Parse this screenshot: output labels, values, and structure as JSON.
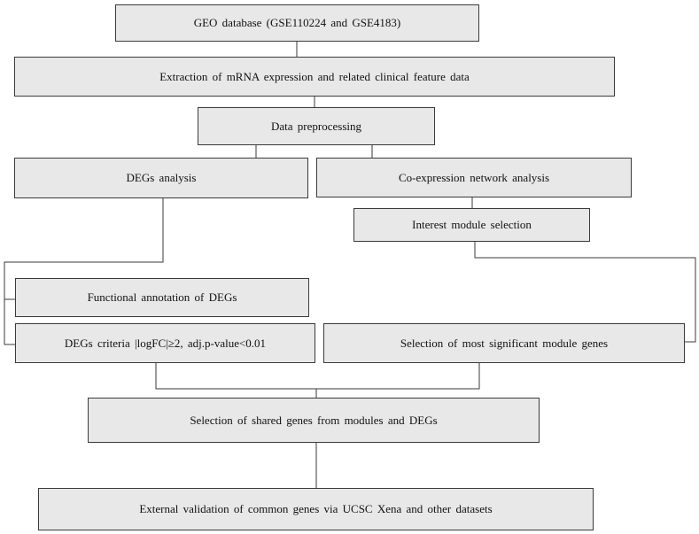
{
  "nodes": {
    "geo_database": "GEO database (GSE110224 and GSE4183)",
    "extraction": "Extraction of mRNA expression and related clinical feature data",
    "preprocessing": "Data preprocessing",
    "degs_analysis": "DEGs analysis",
    "coexpression": "Co-expression network analysis",
    "interest_module": "Interest module selection",
    "functional_annotation": "Functional annotation of DEGs",
    "degs_criteria": "DEGs criteria |logFC|≥2, adj.p-value<0.01",
    "significant_module": "Selection of most significant module genes",
    "shared_genes": "Selection of shared genes from modules and DEGs",
    "external_validation": "External validation of common genes via UCSC Xena and other datasets"
  },
  "colors": {
    "box_fill": "#e8e8e8",
    "box_border": "#3a3a3a",
    "line": "#3a3a3a"
  }
}
